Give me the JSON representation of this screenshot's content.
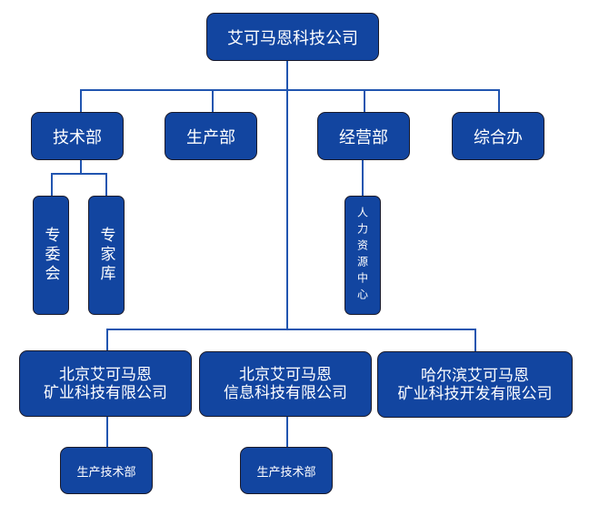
{
  "root": {
    "label": "艾可马恩科技公司"
  },
  "departments": [
    {
      "label": "技术部"
    },
    {
      "label": "生产部"
    },
    {
      "label": "经营部"
    },
    {
      "label": "综合办"
    }
  ],
  "tech_children": [
    {
      "label": "专委会"
    },
    {
      "label": "专家库"
    }
  ],
  "ops_children": [
    {
      "label": "人力资源中心"
    }
  ],
  "subsidiaries": [
    {
      "label": "北京艾可马恩\n矿业科技有限公司",
      "children": [
        {
          "label": "生产技术部"
        }
      ]
    },
    {
      "label": "北京艾可马恩\n信息科技有限公司",
      "children": [
        {
          "label": "生产技术部"
        }
      ]
    },
    {
      "label": "哈尔滨艾可马恩\n矿业科技开发有限公司",
      "children": []
    }
  ],
  "colors": {
    "node_fill": "#1245a0",
    "connector": "#2155b0",
    "node_text": "#ffffff"
  }
}
